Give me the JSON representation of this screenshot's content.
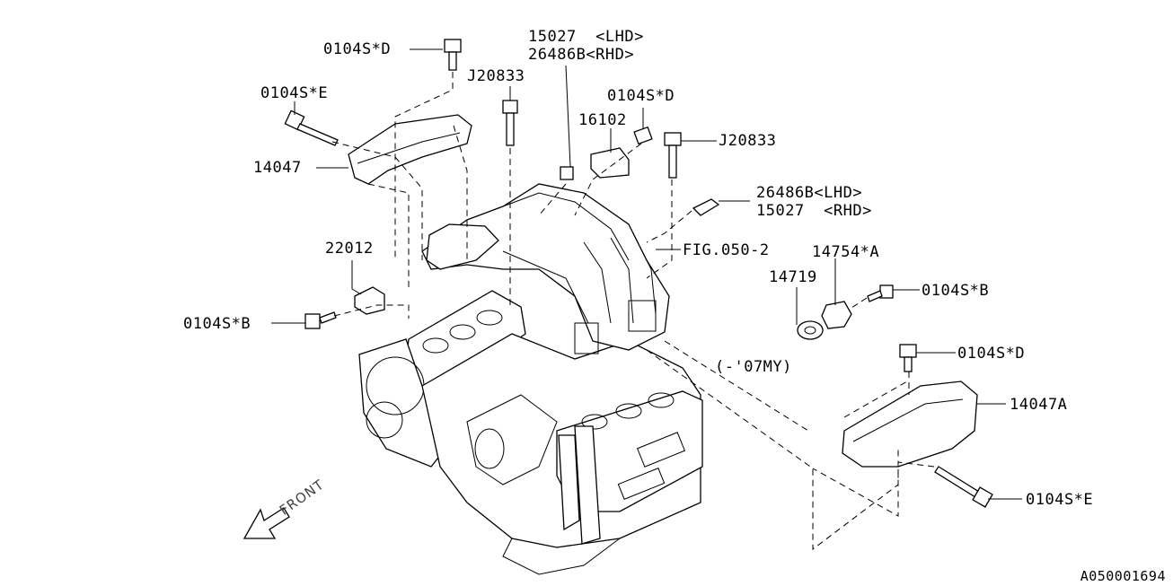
{
  "labels": {
    "bolt_d_top": "0104S*D",
    "bolt_e_left": "0104S*E",
    "cover_left": "14047",
    "clip_22012": "22012",
    "bolt_b_left": "0104S*B",
    "sensor_line1": "15027  <LHD>",
    "sensor_line2": "26486B<RHD>",
    "bolt_j_left": "J20833",
    "bracket_16102": "16102",
    "bolt_d_mid": "0104S*D",
    "bolt_j_right": "J20833",
    "sensor2_line1": "26486B<LHD>",
    "sensor2_line2": "15027  <RHD>",
    "fig_ref": "FIG.050-2",
    "gasket_14754": "14754*A",
    "gasket_14719": "14719",
    "bolt_b_right": "0104S*B",
    "year_note": "(-'07MY)",
    "bolt_d_right": "0104S*D",
    "cover_right": "14047A",
    "bolt_e_right": "0104S*E",
    "front": "FRONT",
    "drawing_code": "A050001694"
  },
  "icons": [
    "front-arrow-icon"
  ]
}
